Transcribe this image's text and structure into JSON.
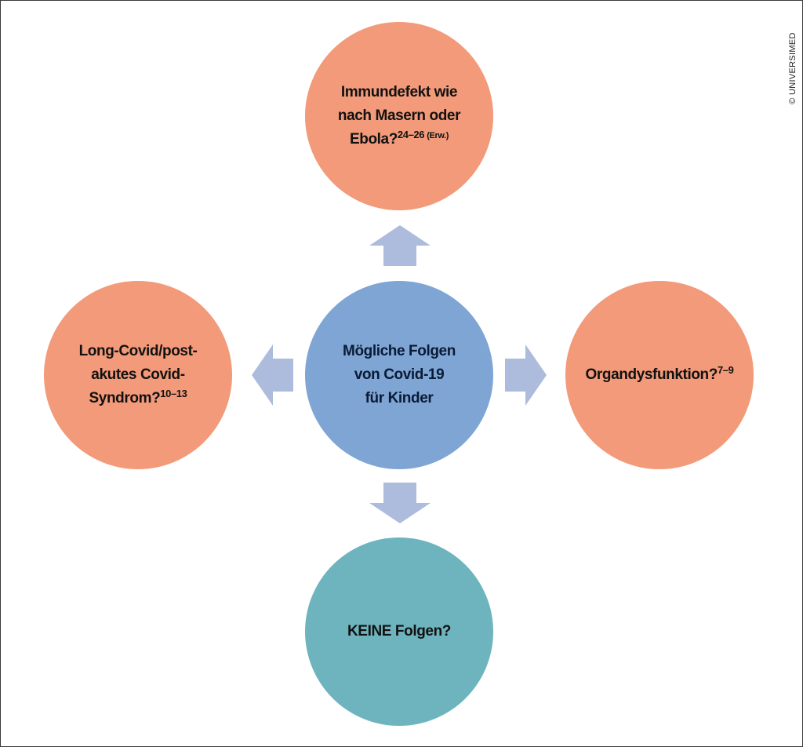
{
  "colors": {
    "outer_circle": "#f29a79",
    "center_circle": "#7ea5d4",
    "bottom_circle": "#6eb4be",
    "arrow": "#adbcdd",
    "frame": "#3a3a3a"
  },
  "center": {
    "line1": "Mögliche Folgen",
    "line2": "von Covid-19",
    "line3": "für Kinder"
  },
  "top": {
    "line1": "Immundefekt wie",
    "line2": "nach Masern oder",
    "line3": "Ebola?",
    "ref": "24–26",
    "ref_note": "(Erw.)"
  },
  "left": {
    "line1": "Long-Covid/post-",
    "line2": "akutes Covid-",
    "line3": "Syndrom?",
    "ref": "10–13"
  },
  "right": {
    "text": "Organdysfunktion?",
    "ref": "7–9"
  },
  "bottom": {
    "text": "KEINE Folgen?"
  },
  "copyright": "© UNIVERSIMED"
}
